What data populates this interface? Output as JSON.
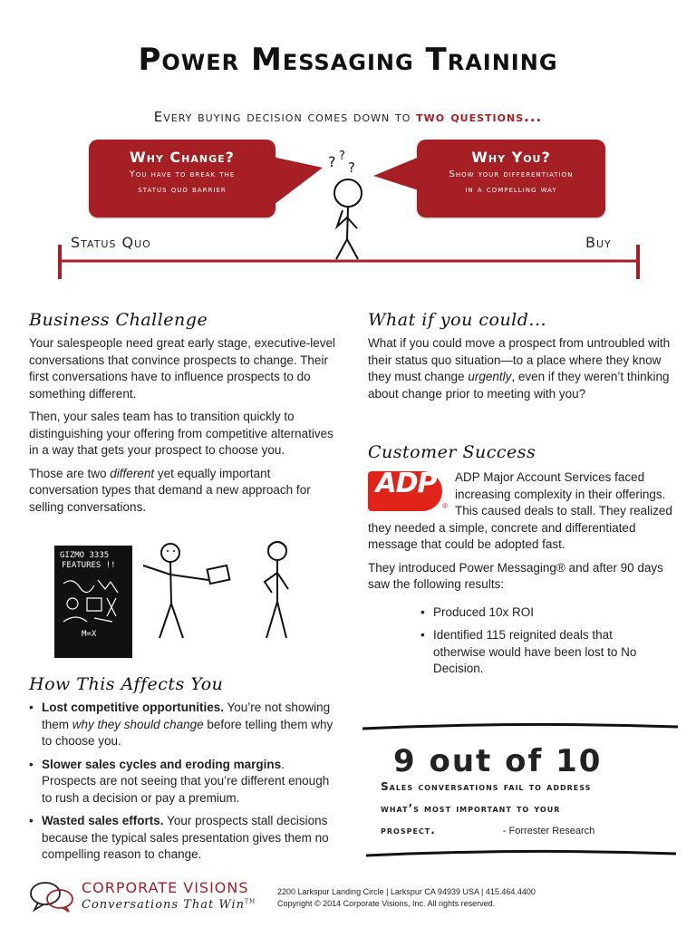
{
  "header": {
    "title": "Power Messaging Training",
    "subtitle_pre": "Every buying decision comes down to ",
    "subtitle_accent": "two questions..."
  },
  "bubbles": {
    "left": {
      "title": "Why Change?",
      "line1": "You have to break the",
      "line2": "status quo barrier"
    },
    "right": {
      "title": "Why You?",
      "line1": "Show your differentiation",
      "line2": "in a compelling way"
    }
  },
  "scale": {
    "left_label": "Status Quo",
    "right_label": "Buy"
  },
  "business_challenge": {
    "title": "Business Challenge",
    "p1": "Your salespeople need great early stage, executive-level conversations that convince prospects to change. Their first conversations have to influence prospects to do something different.",
    "p2": "Then, your sales team has to transition quickly to distinguishing your offering from competitive alternatives in a way that gets your prospect to choose you.",
    "p3_pre": "Those are two ",
    "p3_em": "different",
    "p3_post": " yet equally important conversation types that demand a new approach for selling conversations."
  },
  "board": {
    "line1": "GIZMO 3335",
    "line2": "FEATURES !!",
    "formula": "M=X"
  },
  "how_affects": {
    "title": "How This Affects You",
    "b1_bold": "Lost competitive opportunities.",
    "b1_pre": " You’re not showing them ",
    "b1_em": "why they should change",
    "b1_post": " before telling them why to choose you.",
    "b2_bold": "Slower sales cycles and eroding margins",
    "b2_post": ". Prospects are not seeing that you’re different enough to rush a decision or pay a premium.",
    "b3_bold": "Wasted sales efforts.",
    "b3_post": " Your prospects stall decisions because the typical sales presentation gives them no compelling reason to change."
  },
  "what_if": {
    "title": "What if you could...",
    "p_pre": "What if you could move a prospect from untroubled with their status quo situation—to a place where they know they must change ",
    "p_em": "urgently",
    "p_post": ", even if they weren’t thinking about change prior to meeting with you?"
  },
  "customer_success": {
    "title": "Customer Success",
    "logo_text": "ADP",
    "logo_reg": "®",
    "p1": "ADP Major Account Services faced increasing complexity in their offerings. This caused deals to stall. They realized they needed a simple, concrete and differentiated message that could be adopted fast.",
    "p2": "They introduced Power Messaging® and after 90 days saw the following results:",
    "results": [
      "Produced 10x ROI",
      "Identified 115 reignited deals that otherwise would have been lost to No Decision."
    ]
  },
  "quote": {
    "number": "9 out of 10",
    "line1": "Sales conversations fail to address",
    "line2": "what’s most important to your",
    "line3": "prospect.",
    "source": "- Forrester Research"
  },
  "footer": {
    "brand": "CORPORATE VISIONS",
    "tagline": "Conversations That Win",
    "tm": "TM",
    "address": "2200 Larkspur Landing Circle  |  Larkspur CA 94939 USA  |  415.464.4400",
    "copyright": "Copyright © 2014 Corporate Visions, Inc. All rights reserved."
  },
  "colors": {
    "accent": "#a51f24",
    "text": "#222222"
  }
}
